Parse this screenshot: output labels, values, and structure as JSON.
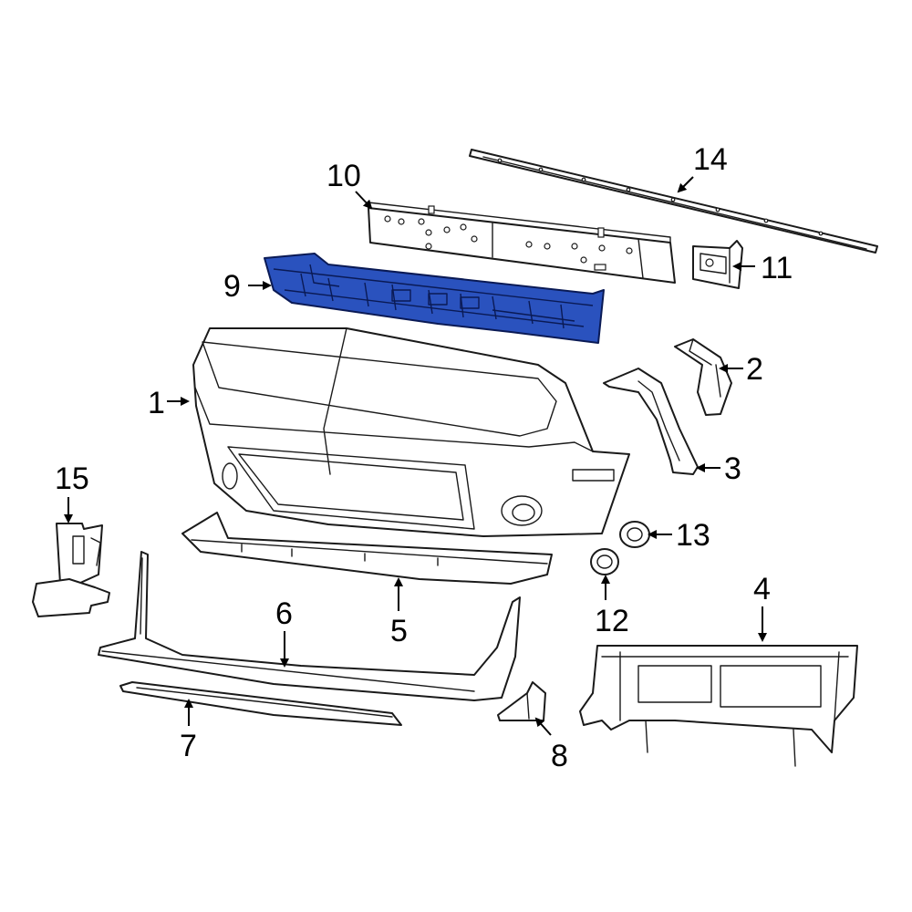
{
  "diagram": {
    "highlight_color": "#2a52be",
    "highlighted_part": "9",
    "callouts": [
      {
        "id": "c1",
        "label": "1"
      },
      {
        "id": "c2",
        "label": "2"
      },
      {
        "id": "c3",
        "label": "3"
      },
      {
        "id": "c4",
        "label": "4"
      },
      {
        "id": "c5",
        "label": "5"
      },
      {
        "id": "c6",
        "label": "6"
      },
      {
        "id": "c7",
        "label": "7"
      },
      {
        "id": "c8",
        "label": "8"
      },
      {
        "id": "c9",
        "label": "9"
      },
      {
        "id": "c10",
        "label": "10"
      },
      {
        "id": "c11",
        "label": "11"
      },
      {
        "id": "c12",
        "label": "12"
      },
      {
        "id": "c13",
        "label": "13"
      },
      {
        "id": "c14",
        "label": "14"
      },
      {
        "id": "c15",
        "label": "15"
      }
    ]
  }
}
